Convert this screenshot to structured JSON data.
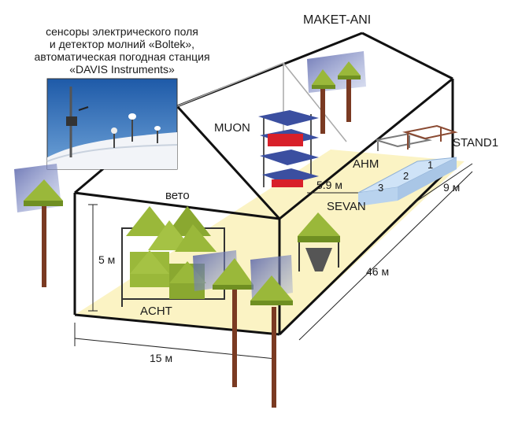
{
  "caption": {
    "line1": "сенсоры электрического поля",
    "line2": "и детектор молний «Boltek»,",
    "line3": "автоматическая погодная станция",
    "line4": "«DAVIS Instruments»"
  },
  "labels": {
    "maket": "MAKET-ANI",
    "muon": "MUON",
    "stand1": "STAND1",
    "ahm": "AHM",
    "veto": "вето",
    "sevan": "SEVAN",
    "acht": "ACHT",
    "dist_59": "5.9 м",
    "dist_9": "9 м",
    "dist_5": "5 м",
    "dist_46": "46 м",
    "dist_15": "15 м",
    "stand_n1": "1",
    "stand_n2": "2",
    "stand_n3": "3"
  },
  "colors": {
    "floor": "#fbf3c4",
    "detector": "#9ab83a",
    "detector_dark": "#6f8f22",
    "muon_blue": "#3b4fa0",
    "muon_red": "#d8202a",
    "pole": "#7a3a22",
    "frame": "#111111"
  }
}
